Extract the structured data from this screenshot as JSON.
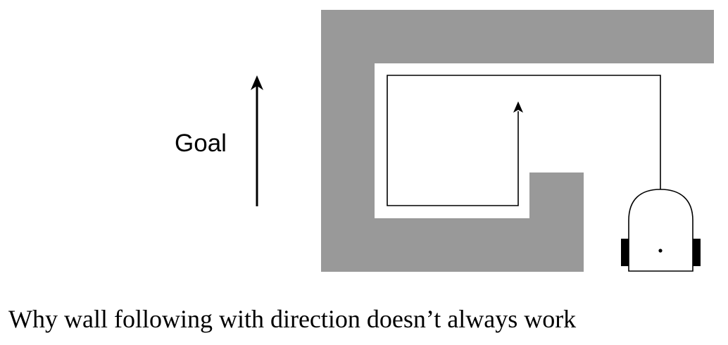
{
  "goal_label": "Goal",
  "caption": "Why wall following with direction doesn’t always work",
  "colors": {
    "wall": "#999999",
    "line": "#000000",
    "background": "#ffffff"
  },
  "icons": {
    "goal_arrow": "arrow-up",
    "path_arrow": "arrow-up",
    "robot": "robot-top-view"
  }
}
